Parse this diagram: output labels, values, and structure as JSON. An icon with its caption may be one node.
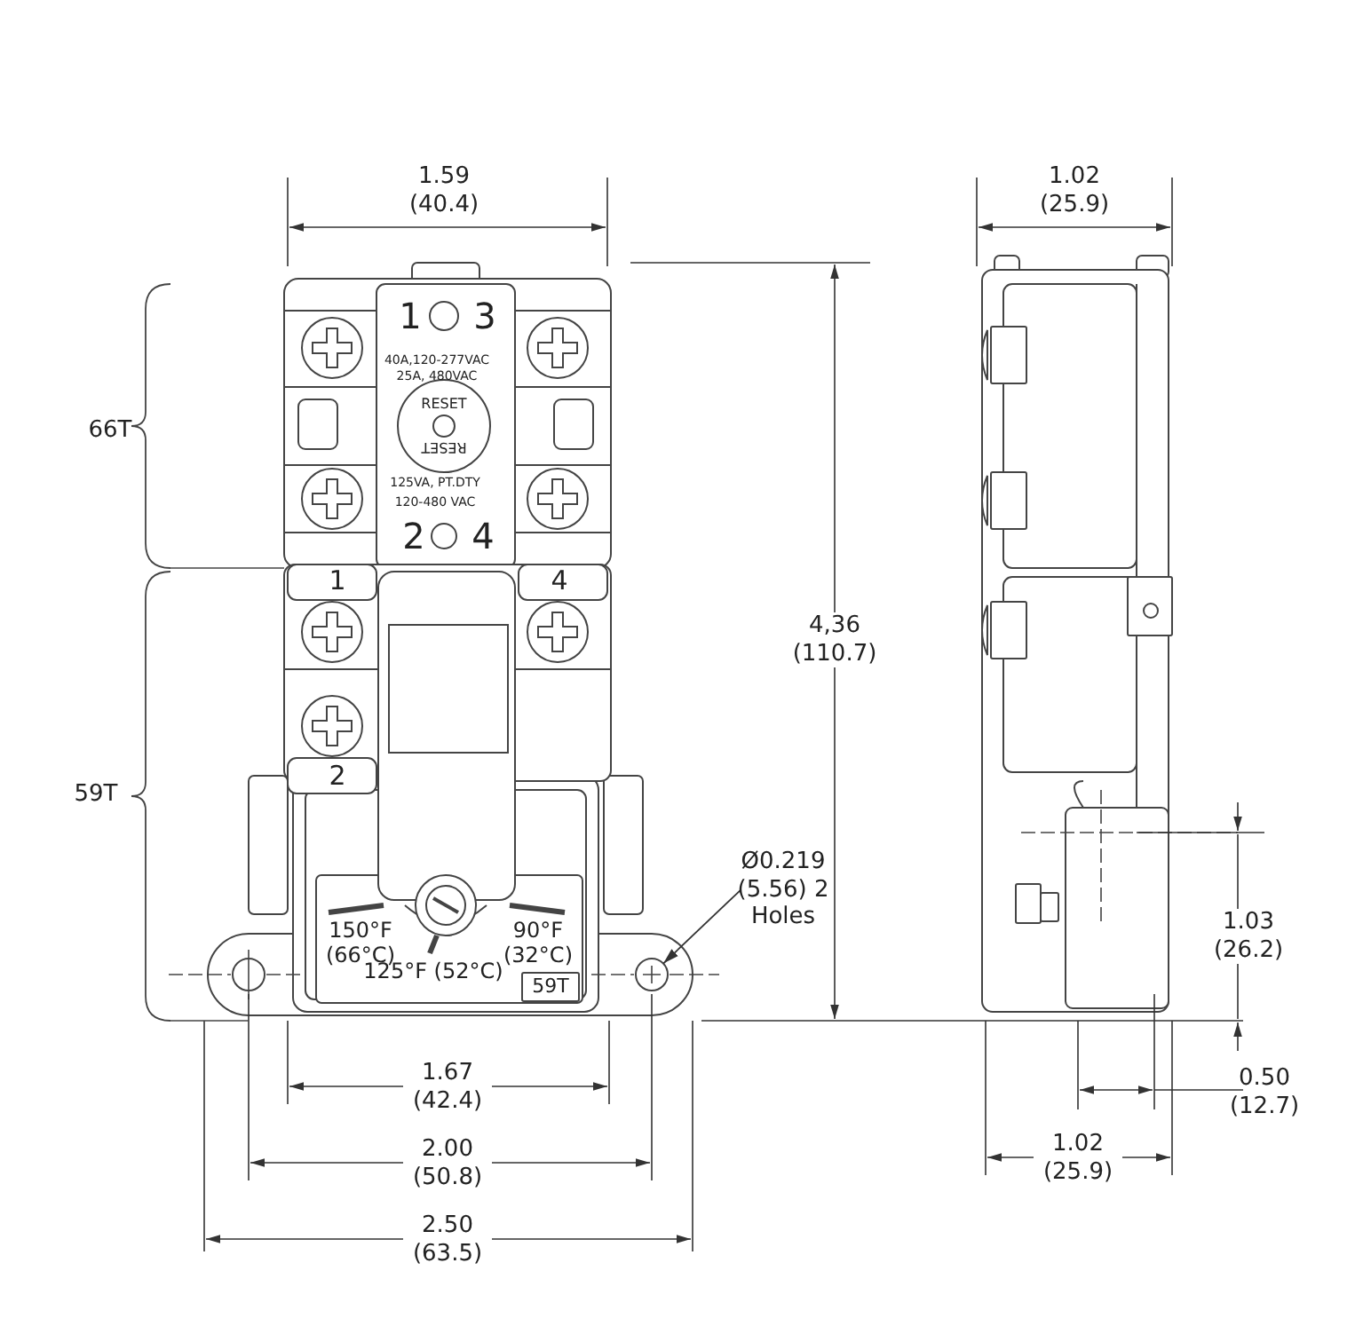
{
  "diagram": {
    "nodes": [
      {
        "text": [
          "Ø0.219 (5.56) 2 Holes"
        ]
      },
      {
        "text": [],
        "shape": "circle"
      }
    ],
    "edges": [
      {
        "from": 0,
        "to": 1,
        "arrow": "to"
      }
    ],
    "labels": [
      "1.59 (40.4)",
      "1.02 (25.9)",
      "66T",
      "1",
      "3",
      "40A,120-277VAC",
      "25A, 480VAC",
      "RESET",
      "RESET",
      "4,36 (110.7)",
      "125VA, PT.DTY",
      "120-480 VAC",
      "2",
      "4",
      "1",
      "4",
      "59T",
      "2",
      "150°F (66°C)",
      "90°F (32°C)",
      "125°F (52°C)",
      "59T",
      "1.03 (26.2)",
      "1.67 (42.4)",
      "0.50 (12.7)",
      "2.00 (50.8)",
      "1.02 (25.9)",
      "2.50 (63.5)"
    ]
  }
}
